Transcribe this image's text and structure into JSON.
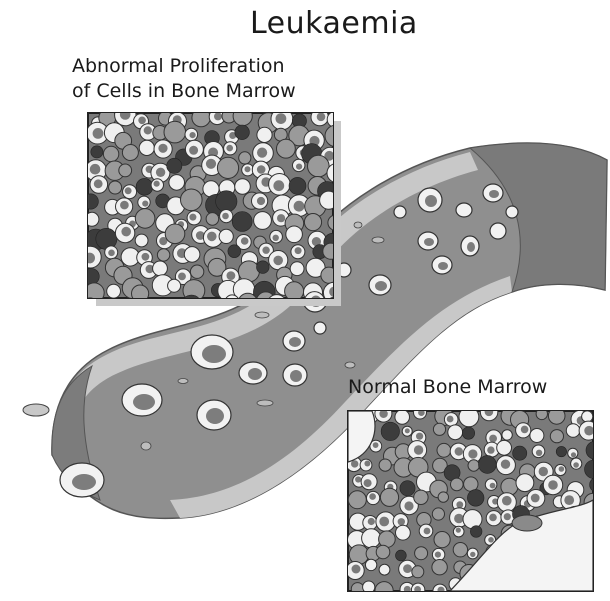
{
  "title": "Leukaemia",
  "labels": {
    "abnormal_line1": "Abnormal Proliferation",
    "abnormal_line2": "of Cells in Bone Marrow",
    "normal": "Normal Bone Marrow"
  },
  "colors": {
    "vessel_wall": "#8f8f8f",
    "vessel_wall_light": "#c8c8c8",
    "vessel_lumen": "#6a6a6a",
    "marrow_background": "#7a7a7a",
    "cell_light": "#f0f0f0",
    "cell_dark": "#3c3c3c",
    "shadow": "#c9c9c9"
  },
  "icons": {
    "blood_vessel": "blood-vessel-illustration",
    "abnormal_marrow": "abnormal-marrow-inset",
    "normal_marrow": "normal-marrow-inset"
  }
}
